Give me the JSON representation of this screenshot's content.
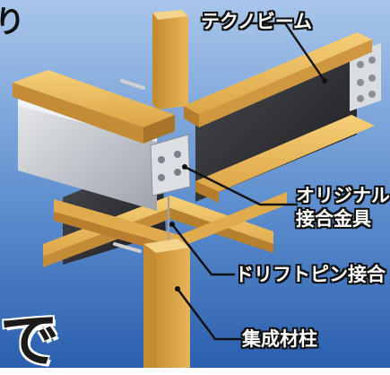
{
  "labels": {
    "techno_beam": "テクノビーム",
    "original_joint_line1": "オリジナル",
    "original_joint_line2": "接合金具",
    "drift_pin": "ドリフトピン接合",
    "glulam_column": "集成材柱"
  },
  "decor": {
    "corner_glyph": "り",
    "big_caption_fragment": "で"
  },
  "colors": {
    "sky_top": "#8fb3de",
    "sky_bottom": "#2f66b2",
    "wood": "#e6b350",
    "wood_dark": "#b9822b",
    "steel_dark": "#2b2b2e",
    "steel_light": "#c9ccd2"
  }
}
